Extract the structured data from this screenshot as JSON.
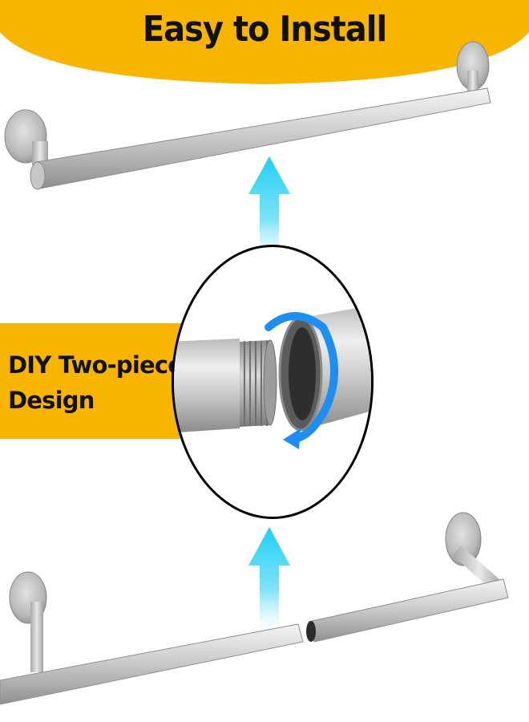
{
  "banner": {
    "title": "Easy to Install",
    "color": "#f7b500"
  },
  "side_label": {
    "line1": "DIY Two-piece",
    "line2": "Design",
    "color": "#f7b500"
  },
  "icons": {
    "up_arrow": "up-arrow-icon",
    "rotate_arrow": "rotate-arrow-icon"
  },
  "colors": {
    "arrow": "#2fd3f5",
    "rotate": "#1e8ff0",
    "steel_light": "#e6e6e6",
    "steel_dark": "#9a9a9a"
  }
}
